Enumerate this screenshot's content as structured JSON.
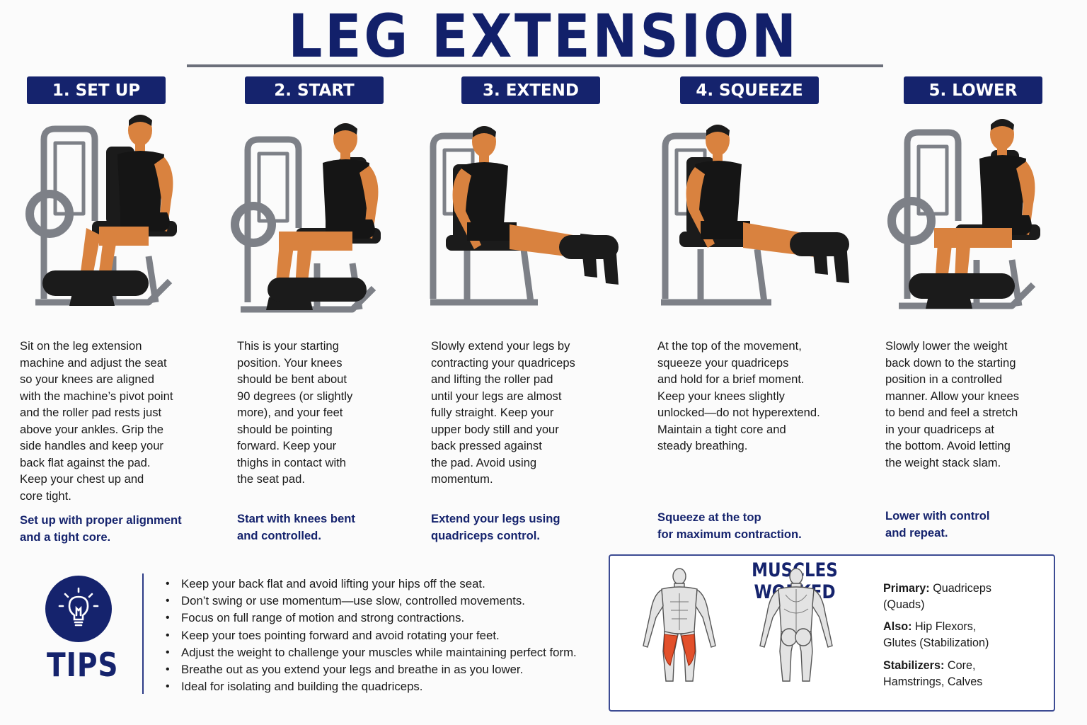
{
  "title": "LEG EXTENSION",
  "steps": [
    {
      "badge": "1. SET UP",
      "lines": [
        "Sit on the leg extension",
        "machine and adjust the seat",
        "so your knees are aligned",
        "with the machine’s pivot point",
        "and the roller pad rests just",
        "above your ankles. Grip the",
        "side handles and keep your",
        "back flat against the pad.",
        "Keep your chest up and",
        "core tight."
      ],
      "note": [
        "Set up with proper alignment",
        "and a tight core."
      ]
    },
    {
      "badge": "2. START",
      "lines": [
        "This is your starting",
        "position. Your knees",
        "should be bent about",
        "90 degrees (or slightly",
        "more), and your feet",
        "should be pointing",
        "forward. Keep your",
        "thighs in contact with",
        "the seat pad."
      ],
      "note": [
        "Start with knees bent",
        "and controlled."
      ]
    },
    {
      "badge": "3. EXTEND",
      "lines": [
        "Slowly extend your legs by",
        "contracting your quadriceps",
        "and lifting the roller pad",
        "until your legs are almost",
        "fully straight. Keep your",
        "upper body still and your",
        "back pressed against",
        "the pad. Avoid using",
        "momentum."
      ],
      "note": [
        "Extend your legs using",
        "quadriceps control."
      ]
    },
    {
      "badge": "4. SQUEEZE",
      "lines": [
        "At the top of the movement,",
        "squeeze your quadriceps",
        "and hold for a brief moment.",
        "Keep your knees slightly",
        "unlocked—do not hyperextend.",
        "Maintain a tight core and",
        "steady breathing."
      ],
      "note": [
        "Squeeze at the top",
        "for maximum contraction."
      ]
    },
    {
      "badge": "5. LOWER",
      "lines": [
        "Slowly lower the weight",
        "back down to the starting",
        "position in a controlled",
        "manner. Allow your knees",
        "to bend and feel a stretch",
        "in your quadriceps at",
        "the bottom. Avoid letting",
        "the weight stack slam."
      ],
      "note": [
        "Lower with control",
        "and repeat."
      ]
    }
  ],
  "tips": {
    "label": "TIPS",
    "icon": "lightbulb-icon",
    "items": [
      "Keep your back flat and avoid lifting your hips off the seat.",
      "Don’t swing or use momentum—use slow, controlled movements.",
      "Focus on full range of motion and strong contractions.",
      "Keep your toes pointing forward and avoid rotating your feet.",
      "Adjust the weight to challenge your muscles while maintaining perfect form.",
      "Breathe out as you extend your legs and breathe in as you lower.",
      "Ideal for isolating and building the quadriceps."
    ]
  },
  "muscles": {
    "title": "MUSCLES WORKED",
    "primary_label": "Primary:",
    "primary_value": "Quadriceps",
    "primary_value_2": "(Quads)",
    "also_label": "Also:",
    "also_value": "Hip Flexors,",
    "also_value_2": "Glutes (Stabilization)",
    "stabilizers_label": "Stabilizers:",
    "stabilizers_value": "Core,",
    "stabilizers_value_2": "Hamstrings, Calves"
  },
  "colors": {
    "navy": "#15236d",
    "skin": "#d9823f",
    "machine": "#8a8d93",
    "highlight": "#e2502b"
  }
}
